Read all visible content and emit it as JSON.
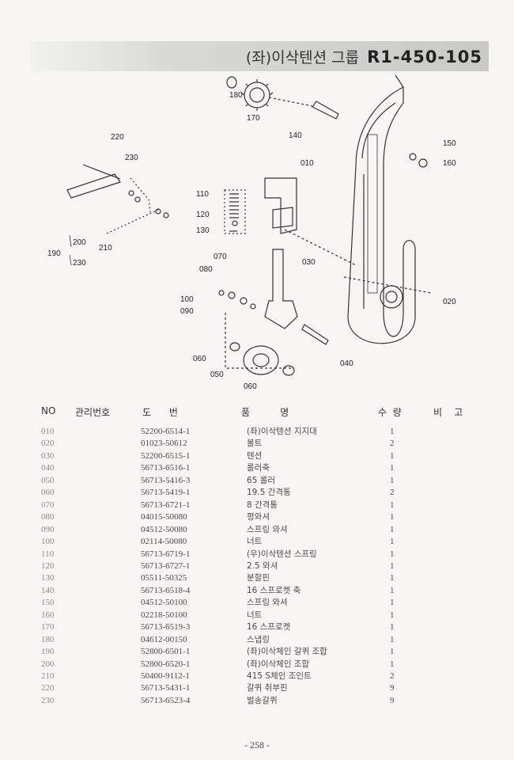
{
  "header": {
    "title": "(좌)이삭텐션 그룹",
    "code": "R1-450-105"
  },
  "callouts": [
    "180",
    "170",
    "140",
    "150",
    "160",
    "220",
    "230",
    "010",
    "110",
    "120",
    "130",
    "200",
    "190",
    "210",
    "230",
    "070",
    "030",
    "080",
    "100",
    "090",
    "020",
    "060",
    "050",
    "040",
    "060"
  ],
  "table": {
    "headers": {
      "no": "NO",
      "mgmt": "관리번호",
      "drawing": "도      번",
      "name": "품          명",
      "qty": "수  량",
      "remarks": "비    고"
    },
    "rows": [
      {
        "no": "010",
        "drawing": "52200-6514-1",
        "name": "(좌)이삭텐션 지지대",
        "qty": "1"
      },
      {
        "no": "020",
        "drawing": "01023-50612",
        "name": "볼트",
        "qty": "2"
      },
      {
        "no": "030",
        "drawing": "52200-6515-1",
        "name": "텐션",
        "qty": "1"
      },
      {
        "no": "040",
        "drawing": "56713-6516-1",
        "name": "롤러축",
        "qty": "1"
      },
      {
        "no": "050",
        "drawing": "56713-5416-3",
        "name": "65 롤러",
        "qty": "1"
      },
      {
        "no": "060",
        "drawing": "56713-5419-1",
        "name": "19.5 간격통",
        "qty": "2"
      },
      {
        "no": "070",
        "drawing": "56713-6721-1",
        "name": "8 간격통",
        "qty": "1"
      },
      {
        "no": "080",
        "drawing": "04015-50080",
        "name": "평와셔",
        "qty": "1"
      },
      {
        "no": "090",
        "drawing": "04512-50080",
        "name": "스프링 와셔",
        "qty": "1"
      },
      {
        "no": "100",
        "drawing": "02114-50080",
        "name": "너트",
        "qty": "1"
      },
      {
        "no": "110",
        "drawing": "56713-6719-1",
        "name": "(우)이삭텐션 스프링",
        "qty": "1"
      },
      {
        "no": "120",
        "drawing": "56713-6727-1",
        "name": "2.5 와셔",
        "qty": "1"
      },
      {
        "no": "130",
        "drawing": "05511-50325",
        "name": "분할핀",
        "qty": "1"
      },
      {
        "no": "140",
        "drawing": "56713-6518-4",
        "name": "16 스프로켓 축",
        "qty": "1"
      },
      {
        "no": "150",
        "drawing": "04512-50100",
        "name": "스프링 와셔",
        "qty": "1"
      },
      {
        "no": "160",
        "drawing": "02218-50100",
        "name": "너트",
        "qty": "1"
      },
      {
        "no": "170",
        "drawing": "56713-6519-3",
        "name": "16 스프로켓",
        "qty": "1"
      },
      {
        "no": "180",
        "drawing": "04612-00150",
        "name": "스냅링",
        "qty": "1"
      },
      {
        "no": "190",
        "drawing": "52800-6501-1",
        "name": "(좌)이삭체인 갈퀴 조합",
        "qty": "1"
      },
      {
        "no": "200",
        "drawing": "52800-6520-1",
        "name": "(좌)이삭체인 조합",
        "qty": "1"
      },
      {
        "no": "210",
        "drawing": "50400-9112-1",
        "name": "415 S체인 조인트",
        "qty": "2"
      },
      {
        "no": "220",
        "drawing": "56713-5431-1",
        "name": "갈퀴 취부핀",
        "qty": "9"
      },
      {
        "no": "230",
        "drawing": "56713-6523-4",
        "name": "벌송갈퀴",
        "qty": "9"
      }
    ]
  },
  "footer": {
    "page": "- 258 -"
  }
}
